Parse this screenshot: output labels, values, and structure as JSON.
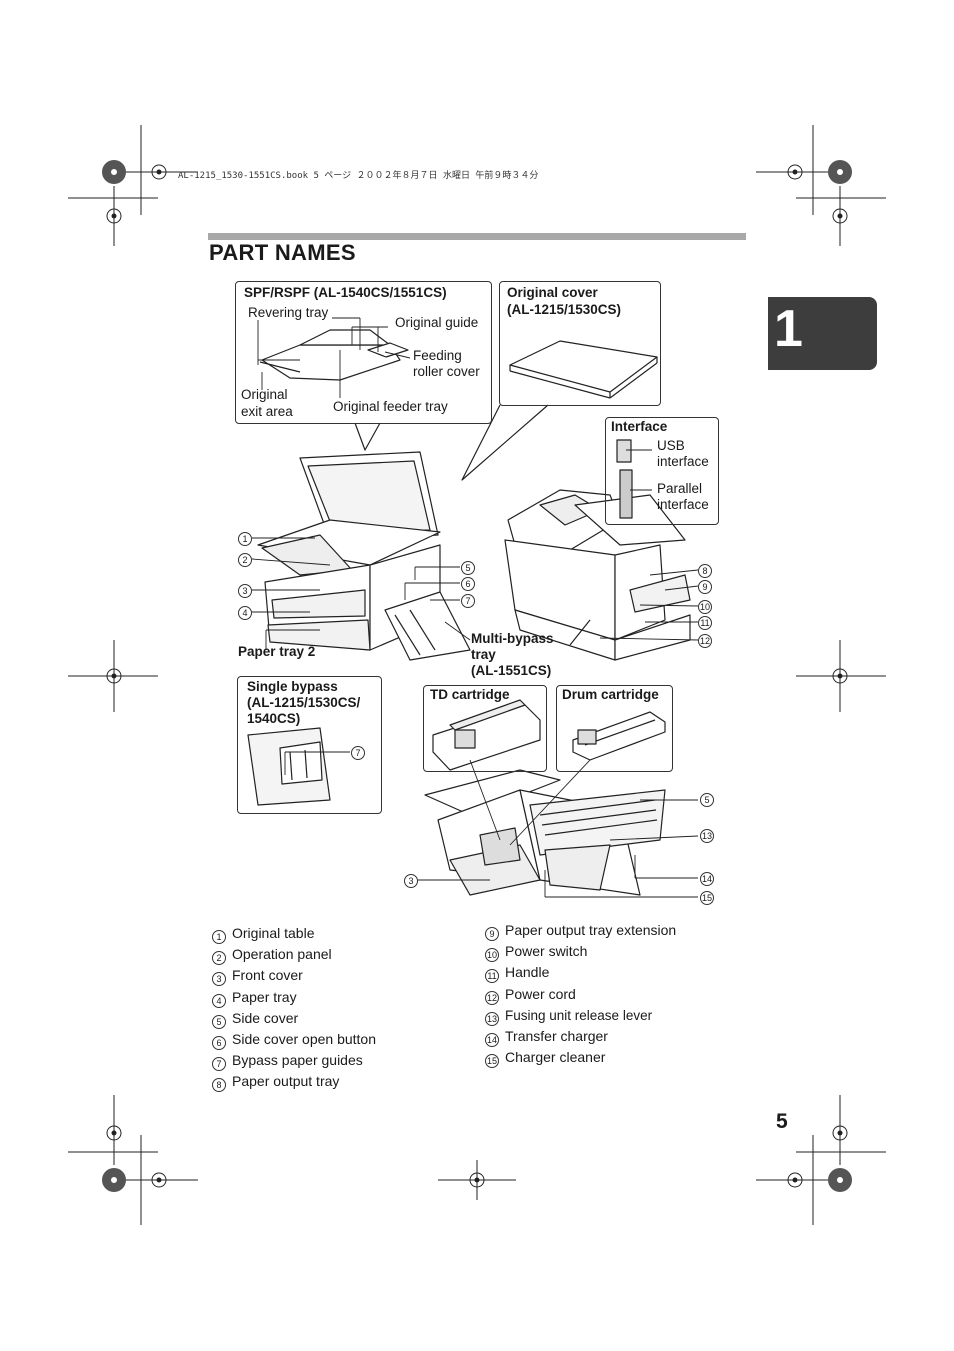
{
  "header_line": "AL-1215_1530-1551CS.book  5 ページ  ２００２年８月７日  水曜日  午前９時３４分",
  "title": "PART NAMES",
  "chapter_number": "1",
  "page_number": "5",
  "boxes": {
    "spf": {
      "title": "SPF/RSPF (AL-1540CS/1551CS)",
      "labels": [
        "Revering tray",
        "Original guide",
        "Feeding",
        "roller cover",
        "Original",
        "exit area",
        "Original feeder tray"
      ]
    },
    "cover": {
      "title_1": "Original cover",
      "title_2": "(AL-1215/1530CS)"
    },
    "interface": {
      "title": "Interface",
      "usb_1": "USB",
      "usb_2": "interface",
      "par_1": "Parallel",
      "par_2": "interface"
    },
    "single_bypass": {
      "title_1": "Single bypass",
      "title_2": "(AL-1215/1530CS/",
      "title_3": "1540CS)"
    },
    "td": {
      "title": "TD cartridge"
    },
    "drum": {
      "title": "Drum cartridge"
    }
  },
  "callouts": {
    "paper_tray_2": "Paper tray 2",
    "multi_bypass_1": "Multi-bypass",
    "multi_bypass_2": "tray",
    "multi_bypass_3": "(AL-1551CS)"
  },
  "markers": {
    "m1": "1",
    "m2": "2",
    "m3": "3",
    "m4": "4",
    "m5": "5",
    "m6": "6",
    "m7": "7",
    "m8": "8",
    "m9": "9",
    "m10": "10",
    "m11": "11",
    "m12": "12",
    "sb7": "7",
    "d3": "3",
    "d5": "5",
    "d13": "13",
    "d14": "14",
    "d15": "15"
  },
  "legend_left": [
    {
      "n": "1",
      "label": "Original table"
    },
    {
      "n": "2",
      "label": "Operation panel"
    },
    {
      "n": "3",
      "label": "Front cover"
    },
    {
      "n": "4",
      "label": "Paper tray"
    },
    {
      "n": "5",
      "label": "Side cover"
    },
    {
      "n": "6",
      "label": "Side cover open button"
    },
    {
      "n": "7",
      "label": "Bypass paper guides"
    },
    {
      "n": "8",
      "label": "Paper output tray"
    }
  ],
  "legend_right": [
    {
      "n": "9",
      "label": "Paper output tray extension"
    },
    {
      "n": "10",
      "label": "Power switch"
    },
    {
      "n": "11",
      "label": "Handle"
    },
    {
      "n": "12",
      "label": "Power cord"
    },
    {
      "n": "13",
      "label": "Fusing unit release lever"
    },
    {
      "n": "14",
      "label": "Transfer charger"
    },
    {
      "n": "15",
      "label": "Charger cleaner"
    }
  ]
}
